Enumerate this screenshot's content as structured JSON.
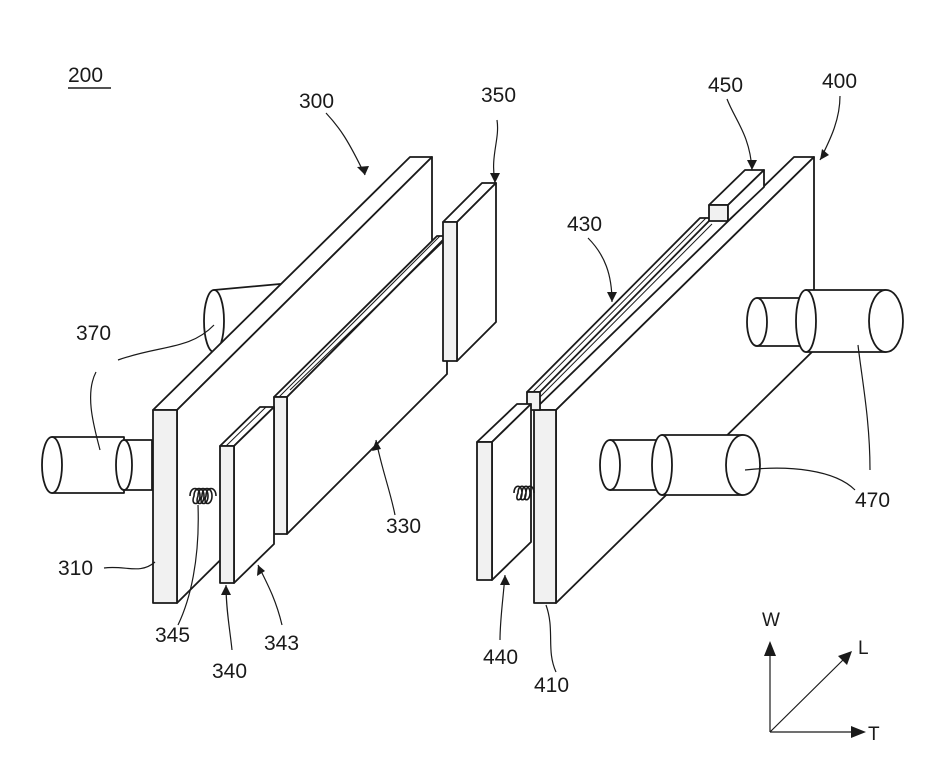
{
  "figure_number": "200",
  "labels": {
    "l300": "300",
    "l350": "350",
    "l370": "370",
    "l310": "310",
    "l330": "330",
    "l345": "345",
    "l340": "340",
    "l343": "343",
    "l400": "400",
    "l450": "450",
    "l430": "430",
    "l470": "470",
    "l440": "440",
    "l410": "410"
  },
  "axes": {
    "w": "W",
    "l": "L",
    "t": "T"
  }
}
